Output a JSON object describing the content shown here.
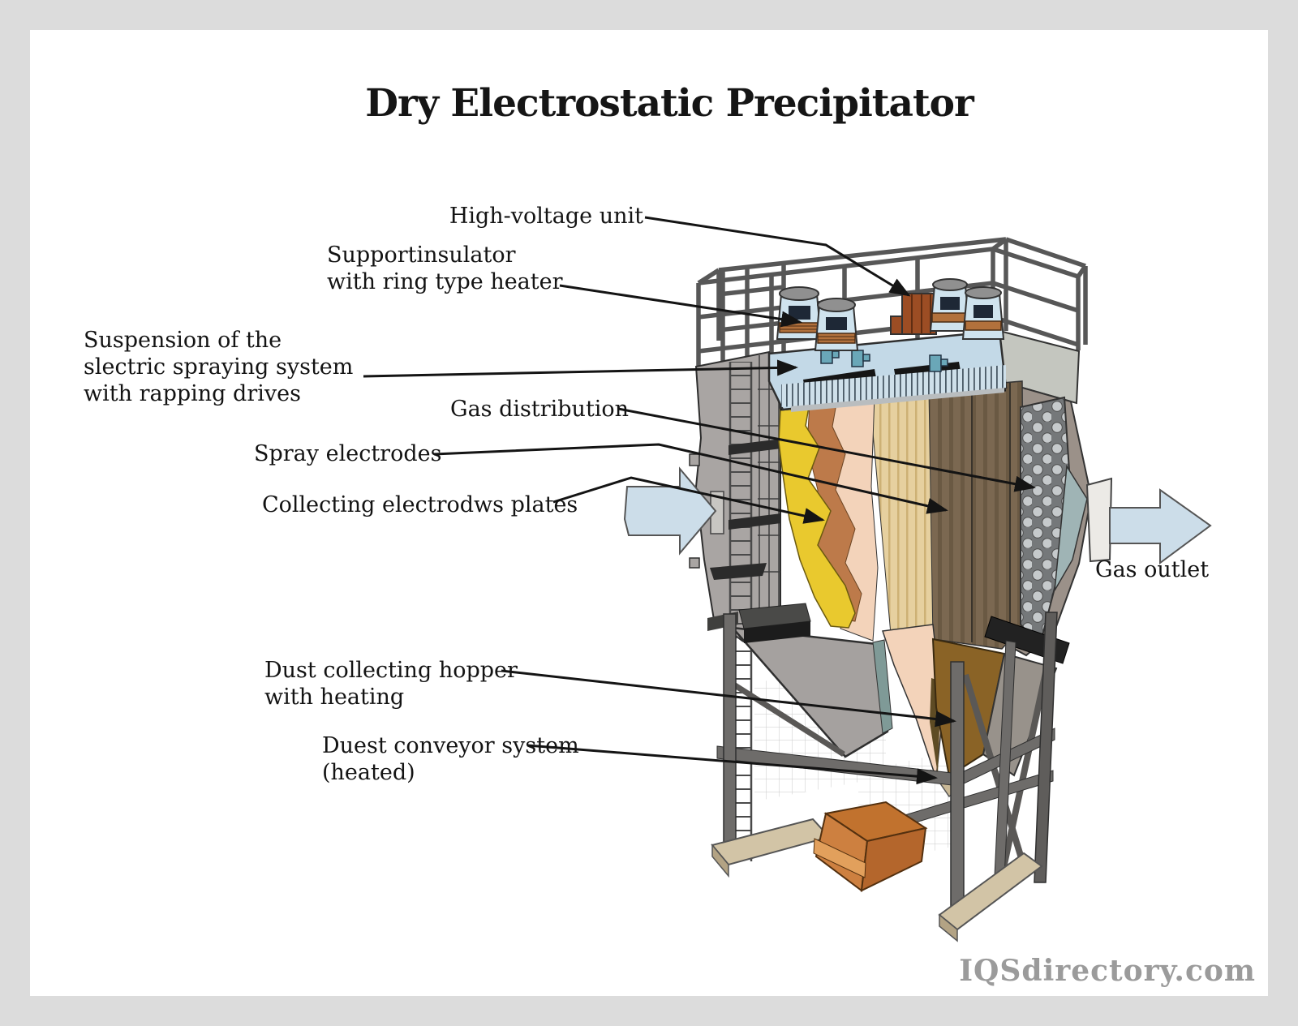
{
  "title": "Dry Electrostatic Precipitator",
  "watermark": "IQSdirectory.com",
  "labels": {
    "high_voltage": "High-voltage unit",
    "support_insulator": "Supportinsulator\nwith ring type heater",
    "suspension": "Suspension of the\nslectric spraying system\nwith rapping drives",
    "gas_distribution": "Gas distribution",
    "spray_electrodes": "Spray electrodes",
    "collecting_plates": "Collecting electrodws plates",
    "dust_hopper": "Dust collecting hopper\nwith heating",
    "conveyor": "Duest conveyor system\n(heated)",
    "gas_outlet": "Gas outlet"
  },
  "icons": {
    "gas_inlet": "gas-inlet-arrow",
    "gas_outlet": "gas-outlet-arrow"
  },
  "colors": {
    "page_border": "#dcdcdc",
    "canvas": "#ffffff",
    "text": "#131313",
    "watermark": "#9b9b9b",
    "gas_arrow_fill": "#ccdde9",
    "housing_blue": "#c3d9e7",
    "insulator_blue": "#cfe3ee",
    "high_voltage_brown": "#9c4d24",
    "ring_heater": "#b2713c",
    "wall_gray": "#a9a5a3",
    "insulation_yellow": "#e9c92e",
    "layer_orange": "#bd7a4a",
    "layer_peach": "#f3d3ba",
    "layer_tan": "#e6d09f",
    "electrode_brown": "#7b6851",
    "perforated_plate": "#75787a",
    "hopper_brown": "#8a6326",
    "steel": "#6e6c6a",
    "base_beige": "#d2c4a6",
    "conveyor_orange": "#c87a36"
  }
}
